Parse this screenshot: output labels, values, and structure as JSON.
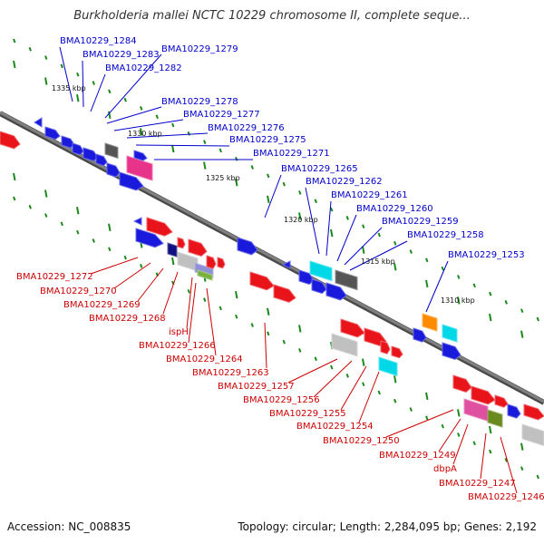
{
  "title": "Burkholderia mallei NCTC 10229 chromosome II, complete seque...",
  "footer": {
    "accession": "Accession: NC_008835",
    "summary": "Topology: circular; Length: 2,284,095 bp; Genes: 2,192"
  },
  "colors": {
    "forward_label": "#0000cc",
    "reverse_label": "#cc0000",
    "backbone": "#808080",
    "tick": "#1a8a1a"
  },
  "kbp_labels": [
    "1335 kbp",
    "1330 kbp",
    "1325 kbp",
    "1320 kbp",
    "1315 kbp",
    "1310 kbp"
  ],
  "forward_genes": [
    "BMA10229_1284",
    "BMA10229_1283",
    "BMA10229_1282",
    "BMA10229_1279",
    "BMA10229_1278",
    "BMA10229_1277",
    "BMA10229_1276",
    "BMA10229_1275",
    "BMA10229_1271",
    "BMA10229_1265",
    "BMA10229_1262",
    "BMA10229_1261",
    "BMA10229_1260",
    "BMA10229_1259",
    "BMA10229_1258",
    "BMA10229_1253"
  ],
  "reverse_genes": [
    "BMA10229_1272",
    "BMA10229_1270",
    "BMA10229_1269",
    "BMA10229_1268",
    "ispH",
    "BMA10229_1266",
    "BMA10229_1264",
    "BMA10229_1263",
    "BMA10229_1257",
    "BMA10229_1256",
    "BMA10229_1255",
    "BMA10229_1254",
    "BMA10229_1250",
    "BMA10229_1249",
    "dbpA",
    "BMA10229_1247",
    "BMA10229_1246"
  ]
}
